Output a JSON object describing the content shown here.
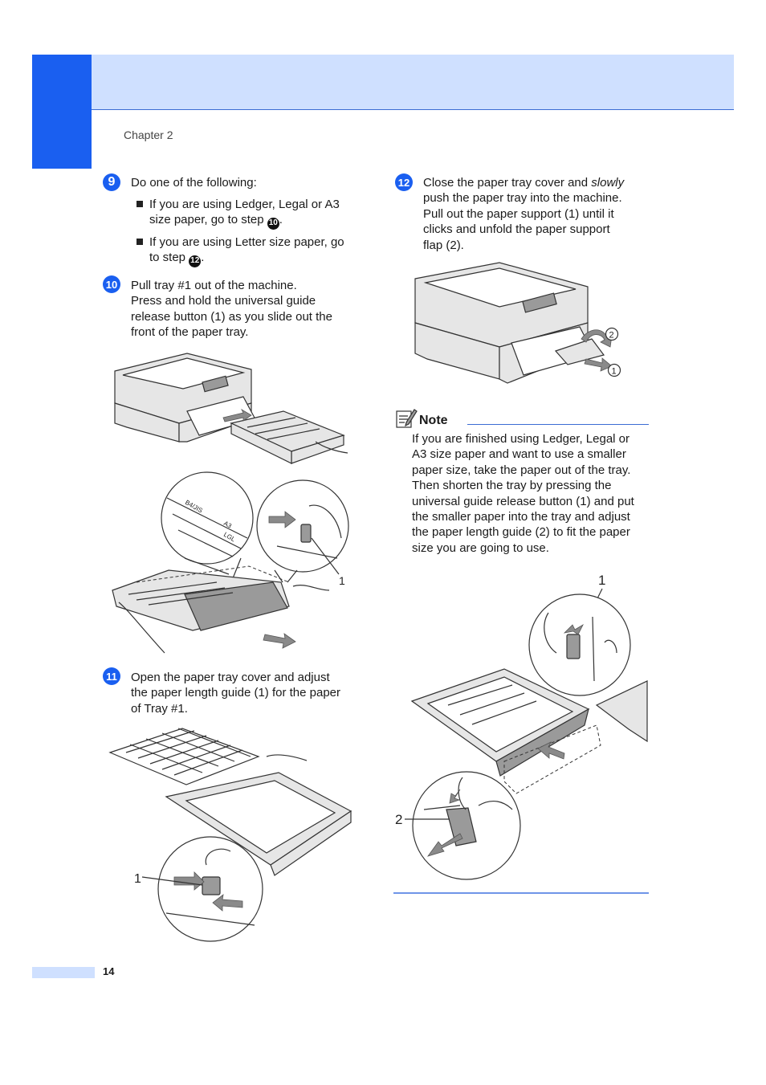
{
  "header": {
    "chapter": "Chapter 2"
  },
  "steps": {
    "s9": {
      "number": "9",
      "text": "Do one of the following:",
      "bullet1_a": "If you are using Ledger, Legal or A3",
      "bullet1_b": "size paper, go to step",
      "bullet1_ref": "10",
      "bullet2_a": "If you are using Letter size paper, go",
      "bullet2_b": "to step",
      "bullet2_ref": "12"
    },
    "s10": {
      "number": "10",
      "line1": "Pull tray #1 out of the machine.",
      "line2": "Press and hold the universal guide",
      "line3": "release button (1) as you slide out the",
      "line4": "front of the paper tray."
    },
    "s11": {
      "number": "11",
      "line1": "Open the paper tray cover and adjust",
      "line2": "the paper length guide (1) for the paper",
      "line3": "of Tray #1."
    },
    "s12": {
      "number": "12",
      "line1_a": "Close the paper tray cover and",
      "line1_em": "slowly",
      "line2": "push the paper tray into the machine.",
      "line3": "Pull out the paper support (1) until it",
      "line4": "clicks and unfold the paper support",
      "line5": "flap (2)."
    }
  },
  "note": {
    "title": "Note",
    "lines": [
      "If you are finished using Ledger, Legal or",
      "A3 size paper and want to use a smaller",
      "paper size, take the paper out of the tray.",
      "Then shorten the tray by pressing the",
      "universal guide release button (1) and put",
      "the smaller paper into the tray and adjust",
      "the paper length guide (2) to fit the paper",
      "size you are going to use."
    ]
  },
  "illustration_labels": {
    "step10_callout": "1",
    "step11_callout": "1",
    "step12_callout_support": "1",
    "step12_callout_flap": "2",
    "note_callout_button": "1",
    "note_callout_guide": "2",
    "tray_mark_1": "B4/JIS",
    "tray_mark_2": "A3",
    "tray_mark_3": "LGL"
  },
  "footer": {
    "page_number": "14"
  }
}
